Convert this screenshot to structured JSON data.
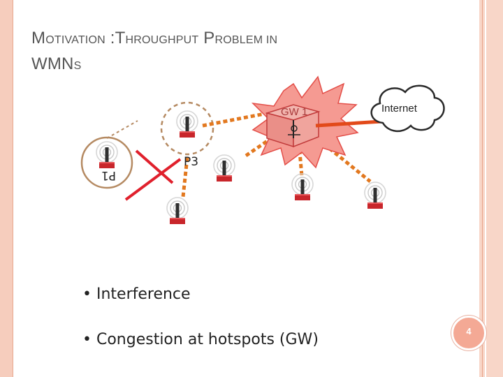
{
  "title": {
    "line1_cap1": "M",
    "line1_rest1": "OTIVATION",
    "line1_sep": " :",
    "line1_cap2": "T",
    "line1_rest2": "HROUGHPUT",
    "line1_cap3": " P",
    "line1_rest3": "ROBLEM IN",
    "line2_caps": "WMN",
    "line2_small": "S"
  },
  "diagram": {
    "gateway_label": "GW 1",
    "internet_label": "Internet",
    "node_label_p1": "P1",
    "node_label_p3": "P3",
    "colors": {
      "link": "#e2781f",
      "gateway_link": "#e24a1a",
      "interference": "#e0202c",
      "burst": "#f59a92"
    }
  },
  "bullets": [
    "• Interference",
    "• Congestion at hotspots (GW)"
  ],
  "page_number": "4"
}
